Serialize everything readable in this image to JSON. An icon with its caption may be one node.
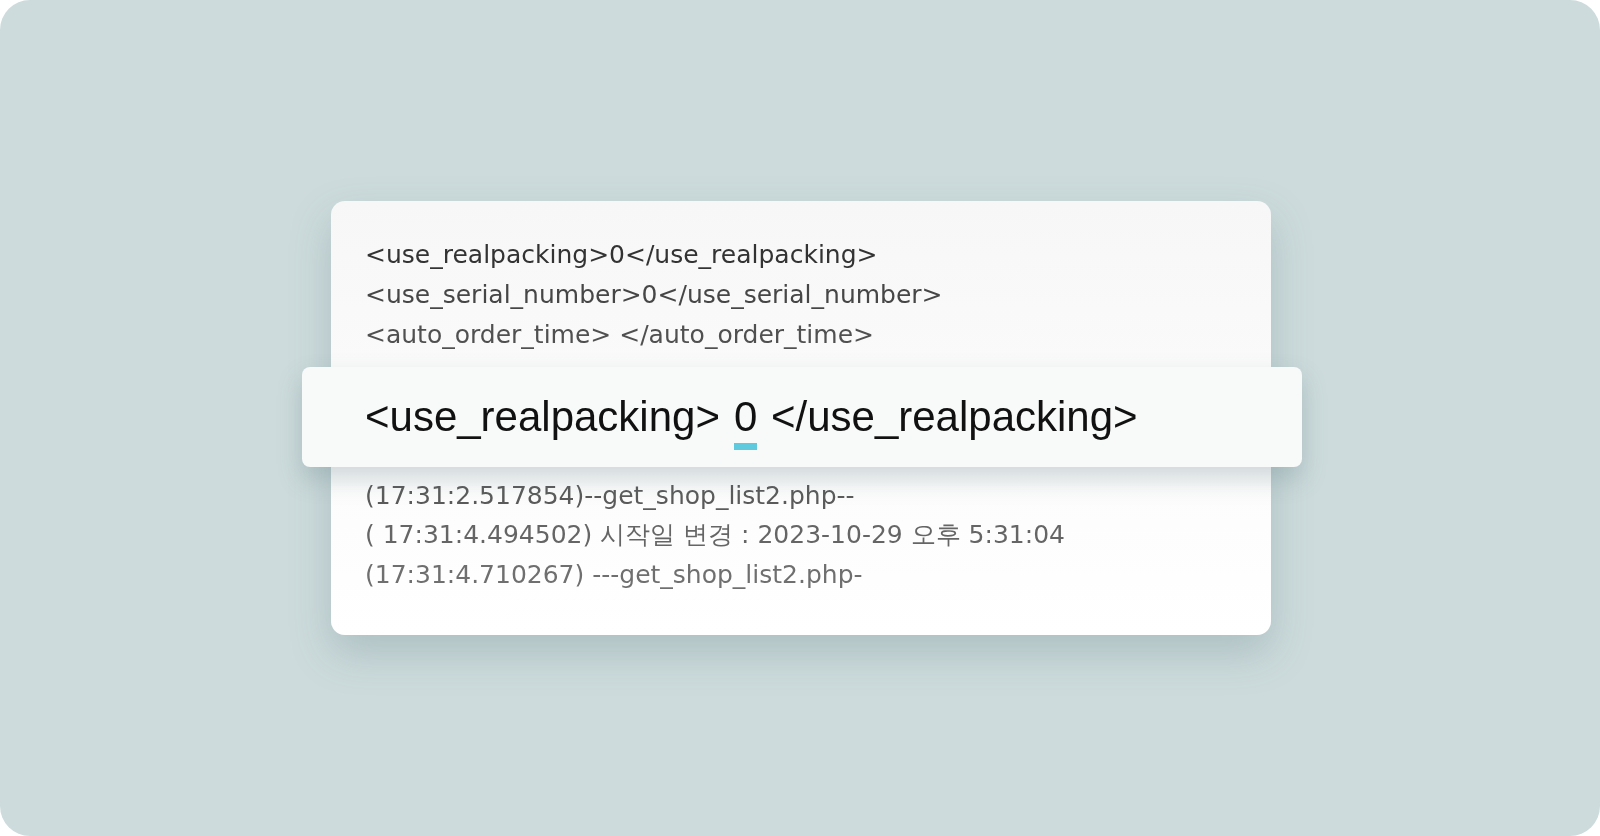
{
  "diagram": {
    "nodes": [
      {
        "text": [
          "<use_realpacking>0</use_realpacking>",
          "<use_serial_number>0</use_serial_number>",
          "<auto_order_time>  </auto_order_time>",
          "(17:31:2.517854)--get_shop_list2.php--",
          "( 17:31:4.494502) 시작일 변경 : 2023-10-29 오후 5:31:04",
          "(17:31:4.710267) ---get_shop_list2.php-"
        ]
      },
      {
        "text": [
          "<use_realpacking>",
          "0",
          "</use_realpacking>"
        ]
      }
    ]
  }
}
